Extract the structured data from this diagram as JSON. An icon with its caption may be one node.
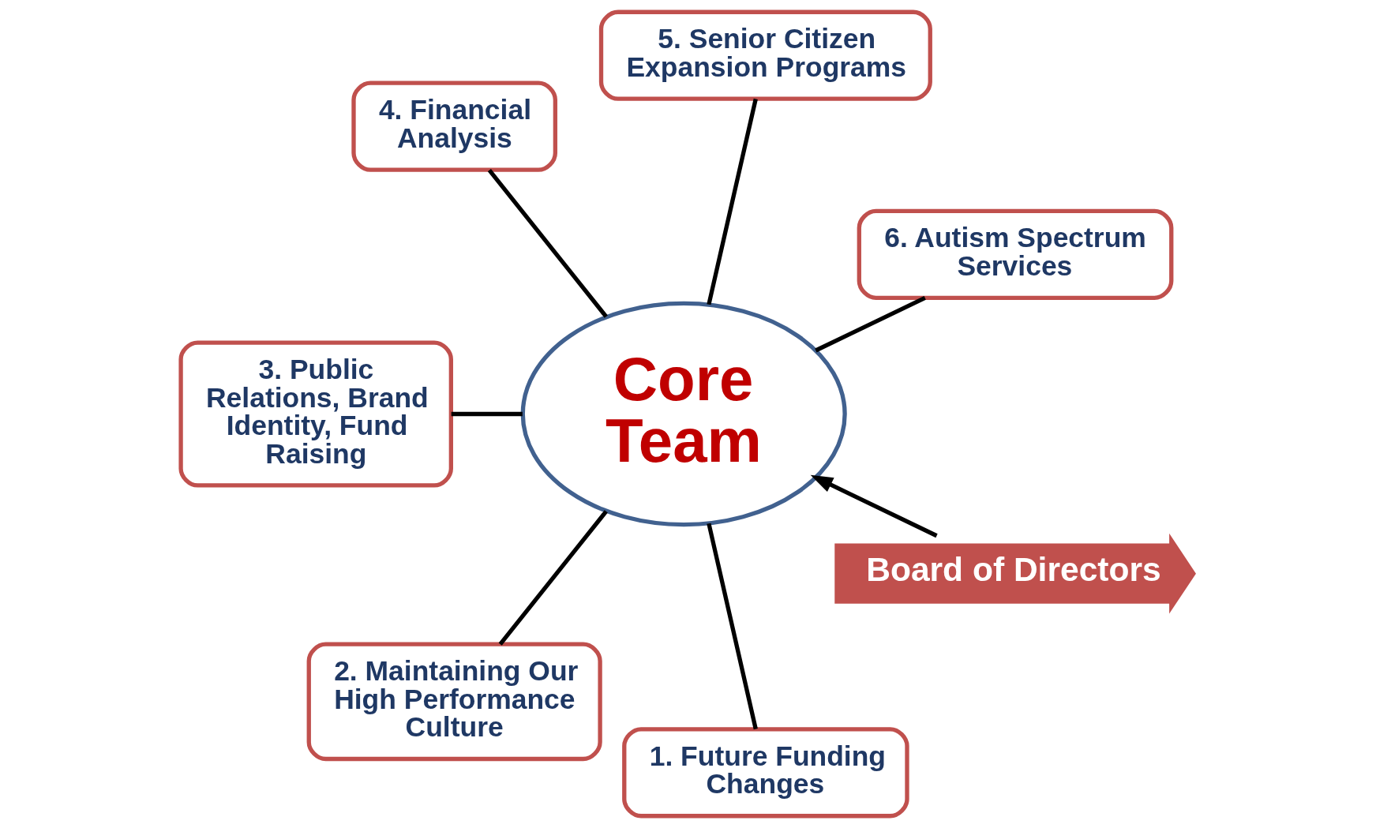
{
  "diagram": {
    "nodes": [
      {
        "text": [
          "1. Future Funding Changes"
        ]
      },
      {
        "text": [
          "2. Maintaining Our High Performance Culture"
        ]
      },
      {
        "text": [
          "3. Public Relations, Brand Identity, Fund Raising"
        ]
      },
      {
        "text": [
          "Core Team"
        ]
      },
      {
        "text": [
          "Board of Directors"
        ]
      },
      {
        "text": [
          "4. Financial Analysis"
        ]
      },
      {
        "text": [
          "6. Autism Spectrum Services"
        ]
      },
      {
        "text": [
          "5. Senior Citizen Expansion Programs"
        ]
      }
    ],
    "edges": [
      {
        "from": 3,
        "to": 0,
        "arrow": "none"
      },
      {
        "from": 3,
        "to": 1,
        "arrow": "none"
      },
      {
        "from": 3,
        "to": 2,
        "arrow": "none"
      },
      {
        "from": 4,
        "to": 3,
        "arrow": "to"
      },
      {
        "from": 3,
        "to": 5,
        "arrow": "none"
      },
      {
        "from": 3,
        "to": 6,
        "arrow": "none"
      },
      {
        "from": 3,
        "to": 7,
        "arrow": "none"
      }
    ]
  }
}
